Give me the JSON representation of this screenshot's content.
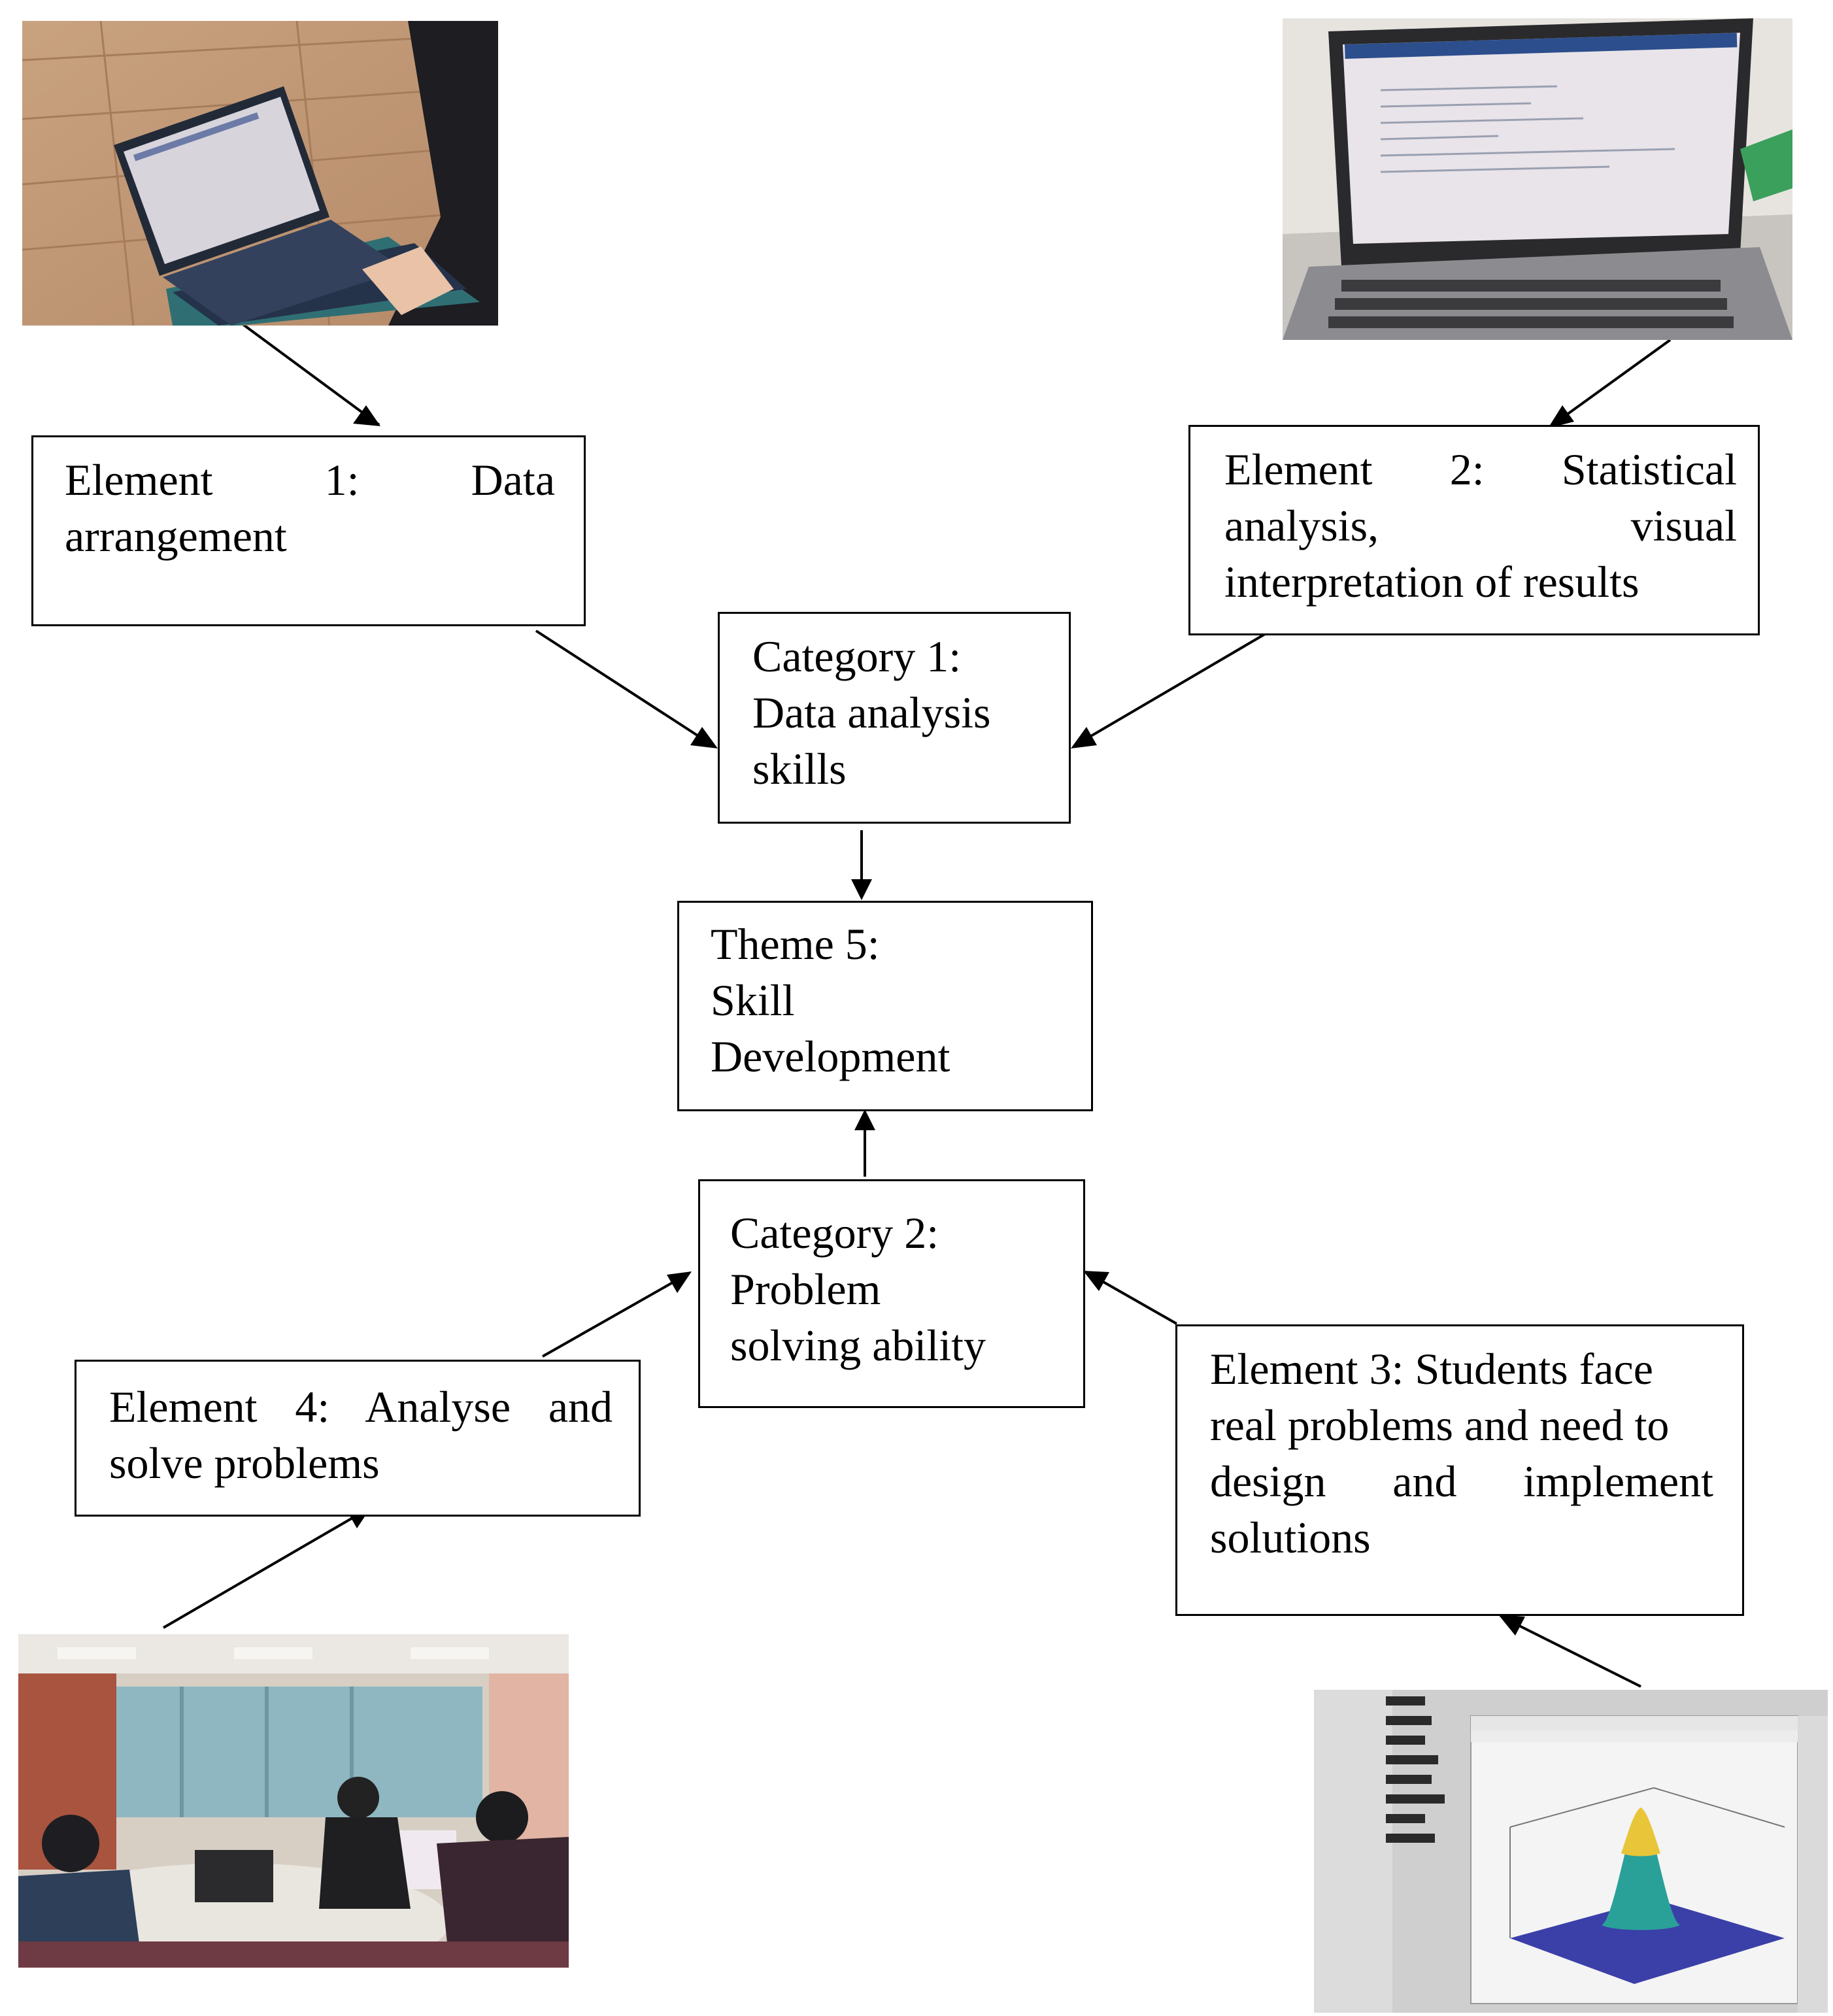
{
  "boxes": {
    "element1": {
      "line1_words": [
        "Element",
        "1:",
        "Data"
      ],
      "line2": "arrangement"
    },
    "element2": {
      "line1_words": [
        "Element",
        "2:",
        "Statistical"
      ],
      "line2_words": [
        "analysis,",
        "visual"
      ],
      "line3": "interpretation of results"
    },
    "category1": {
      "lines": [
        "Category 1:",
        "Data analysis",
        "skills"
      ]
    },
    "theme5": {
      "lines": [
        "Theme 5:",
        "Skill",
        "Development"
      ]
    },
    "category2": {
      "lines": [
        "Category 2:",
        "Problem",
        "solving ability"
      ]
    },
    "element4": {
      "line1_words": [
        "Element",
        "4:",
        "Analyse",
        "and"
      ],
      "line2": "solve problems"
    },
    "element3": {
      "line1": "Element 3: Students face",
      "line2": "real problems and need to",
      "line3_words": [
        "design",
        "and",
        "implement"
      ],
      "line4": "solutions"
    }
  },
  "photos": {
    "photo1": {
      "icon": "laptop-on-lap-photo"
    },
    "photo2": {
      "icon": "laptop-code-editor-photo"
    },
    "photo3": {
      "icon": "classroom-students-photo"
    },
    "photo4": {
      "icon": "3d-surface-plot-photo"
    }
  }
}
